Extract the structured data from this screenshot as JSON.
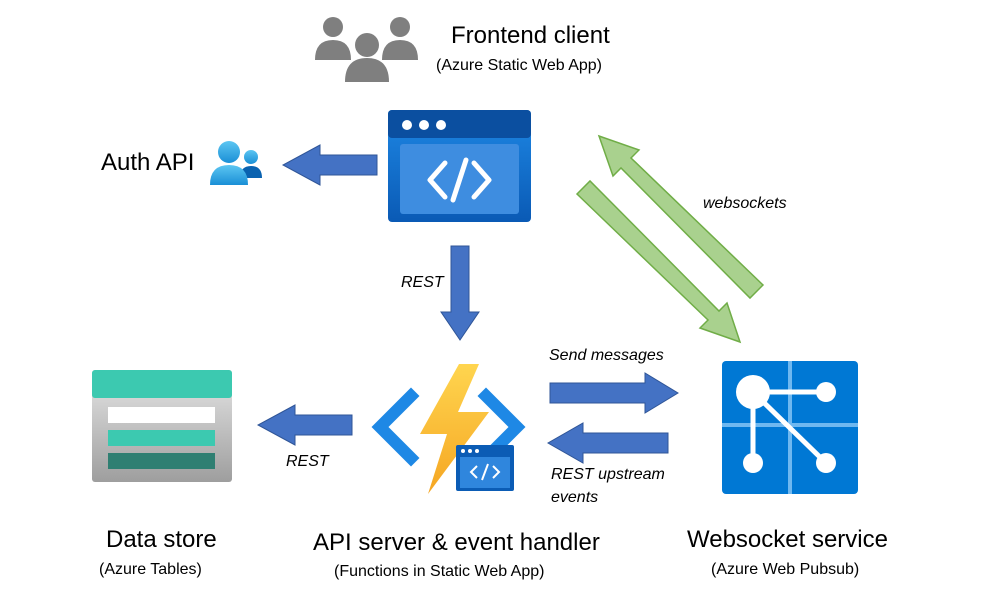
{
  "frontend": {
    "title": "Frontend client",
    "subtitle": "(Azure Static Web App)"
  },
  "auth": {
    "title": "Auth API"
  },
  "data_store": {
    "title": "Data store",
    "subtitle": "(Azure Tables)"
  },
  "api_server": {
    "title": "API server & event handler",
    "subtitle": "(Functions in Static Web App)"
  },
  "websocket_service": {
    "title": "Websocket service",
    "subtitle": "(Azure Web Pubsub)"
  },
  "edges": {
    "frontend_to_api": "REST",
    "api_to_datastore": "REST",
    "frontend_websocket": "websockets",
    "api_to_websocket": "Send messages",
    "websocket_to_api_line1": "REST upstream",
    "websocket_to_api_line2": "events"
  },
  "colors": {
    "blue_arrow": "#4472C4",
    "green_arrow": "#A9D18E",
    "azure_blue": "#0078D4",
    "gray_icon": "#7F7F7F",
    "teal": "#3CC9B0",
    "bolt_yellow": "#FFC000"
  }
}
